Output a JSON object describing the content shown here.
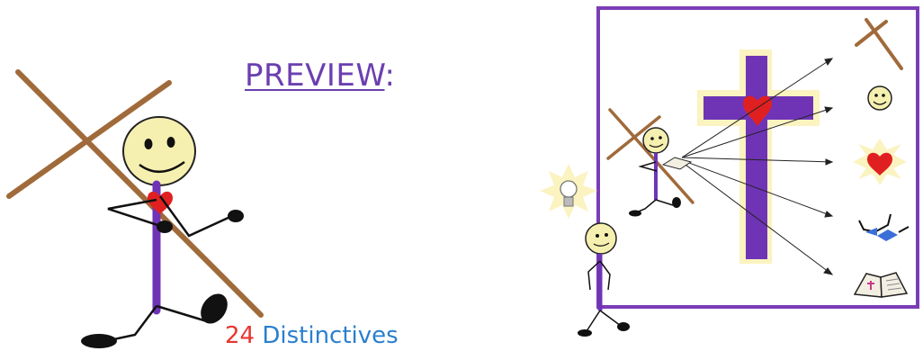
{
  "preview": {
    "title": "PREVIEW",
    "title_suffix": ":",
    "caption_number": "24",
    "caption_text": "Distinctives"
  },
  "colors": {
    "title": "#6b3fb0",
    "purple": "#6f34b5",
    "wood": "#a06a3a",
    "face": "#f6f0b0",
    "heart": "#e02020",
    "caption_number": "#e8352f",
    "caption_text": "#2a7fcf",
    "frame": "#7a3db8",
    "glow": "#fbf3c0",
    "hands": "#3a6fd8"
  },
  "icons": [
    "stick-figure-carrying-cross-icon",
    "cross-icon",
    "smiley-icon",
    "glowing-heart-icon",
    "serving-hands-icon",
    "bible-icon",
    "lightbulb-icon"
  ]
}
